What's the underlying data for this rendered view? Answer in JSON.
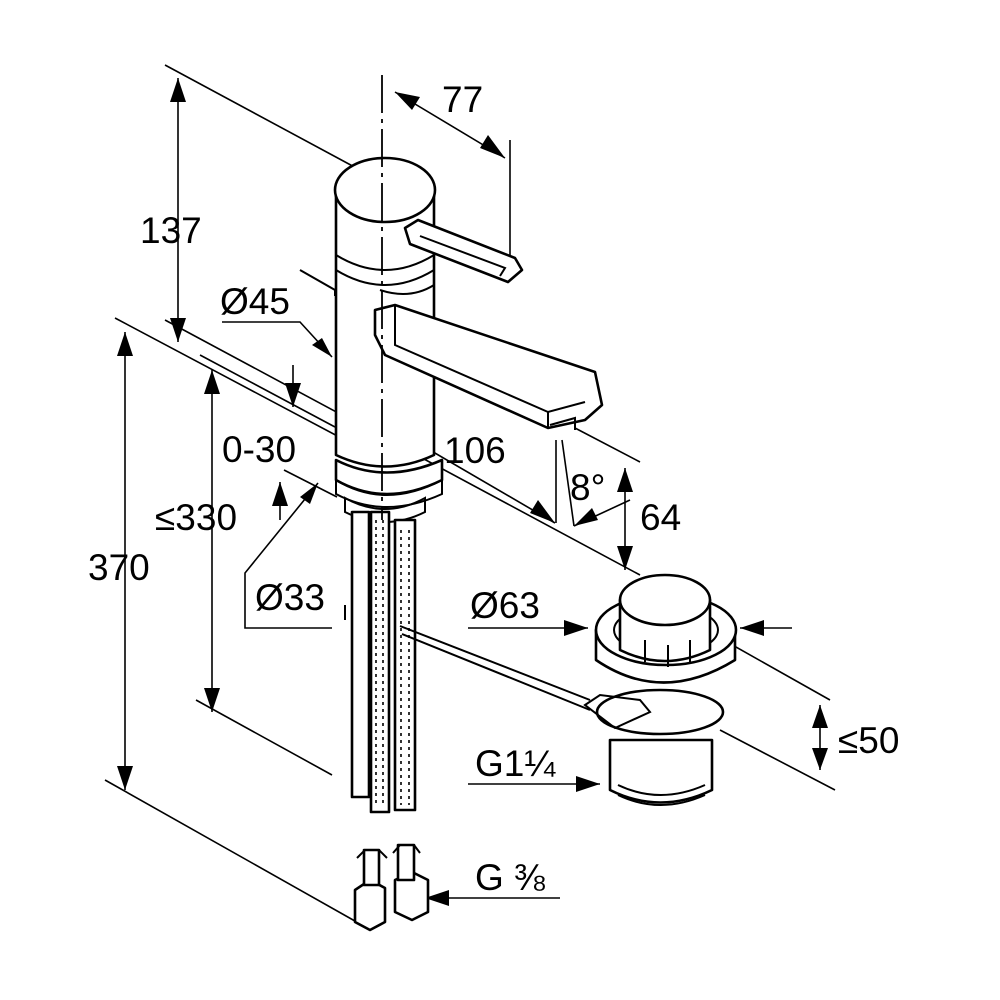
{
  "dimensions": {
    "height_top": "137",
    "projection_lever": "77",
    "diameter_body": "Ø45",
    "range_thickness": "0-30",
    "projection_spout": "106",
    "angle_spout": "8°",
    "height_spout": "64",
    "max_deck_thickness": "≤330",
    "total_height": "370",
    "diameter_thread": "Ø33",
    "diameter_drain": "Ø63",
    "max_drain_length": "≤50",
    "thread_drain": "G1¼",
    "thread_hose": "G ⅜"
  }
}
